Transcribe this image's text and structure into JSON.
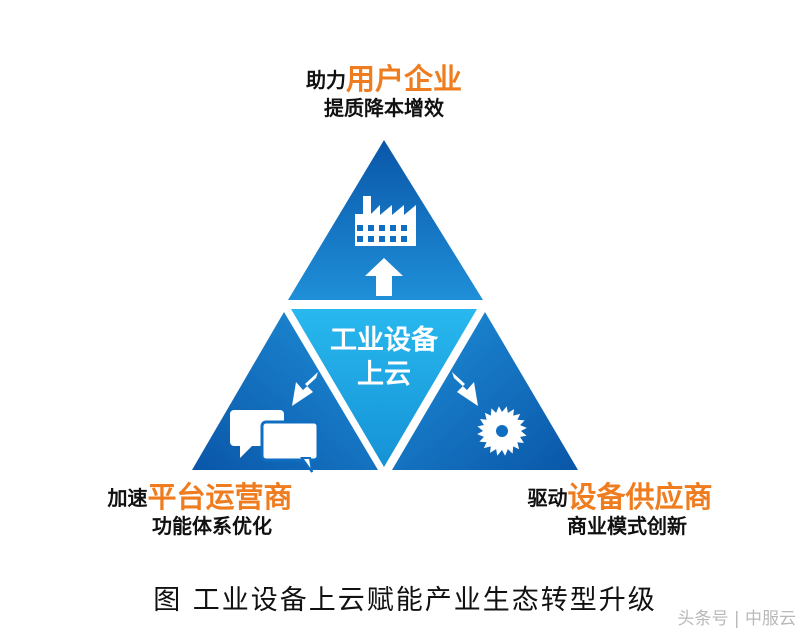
{
  "top_label": {
    "prefix": "助力",
    "accent": "用户企业",
    "sub": "提质降本增效"
  },
  "left_label": {
    "prefix": "加速",
    "accent": "平台运营商",
    "sub": "功能体系优化"
  },
  "right_label": {
    "prefix": "驱动",
    "accent": "设备供应商",
    "sub": "商业模式创新"
  },
  "center": {
    "line1": "工业设备",
    "line2": "上云"
  },
  "caption": "图  工业设备上云赋能产业生态转型升级",
  "watermark": "头条号 | 中服云",
  "colors": {
    "blue_dark": "#0a5fb4",
    "blue_light": "#2b9de0",
    "center": "#1daee8",
    "accent": "#ef7d1f"
  },
  "icons": [
    "factory-icon",
    "chat-bubbles-icon",
    "gear-icon",
    "arrow-up-icon",
    "arrow-down-left-icon",
    "arrow-down-right-icon"
  ]
}
